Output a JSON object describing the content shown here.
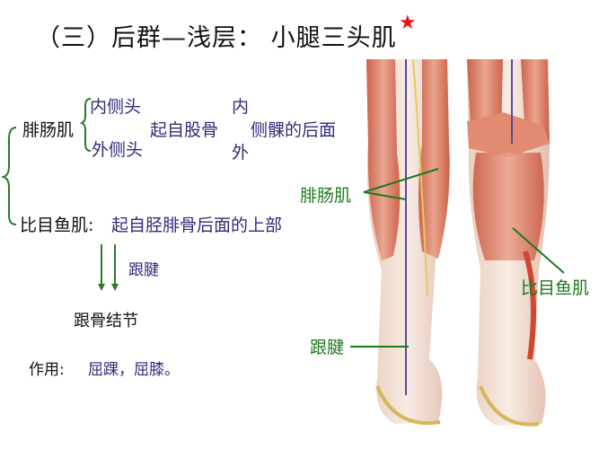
{
  "slide": {
    "title": "（三）后群—浅层：  小腿三头肌",
    "star_icon": "★",
    "gastrocnemius": {
      "name": "腓肠肌",
      "medial_head": "内侧头",
      "lateral_head": "外侧头",
      "origin_prefix": "起自股骨",
      "inner": "内",
      "outer": "外",
      "origin_suffix": "侧髁的后面"
    },
    "soleus": {
      "name": "比目鱼肌:",
      "origin": "起自胫腓骨后面的上部"
    },
    "tendon_label": "跟腱",
    "insertion": "跟骨结节",
    "function_label": "作用:",
    "function_value": "屈踝，屈膝。"
  },
  "figure": {
    "labels": {
      "gastrocnemius": "腓肠肌",
      "soleus": "比目鱼肌",
      "achilles": "跟腱"
    },
    "colors": {
      "label_green": "#1e7a1e",
      "muscle": "#d9705a",
      "skin": "#f1ddd0"
    }
  }
}
